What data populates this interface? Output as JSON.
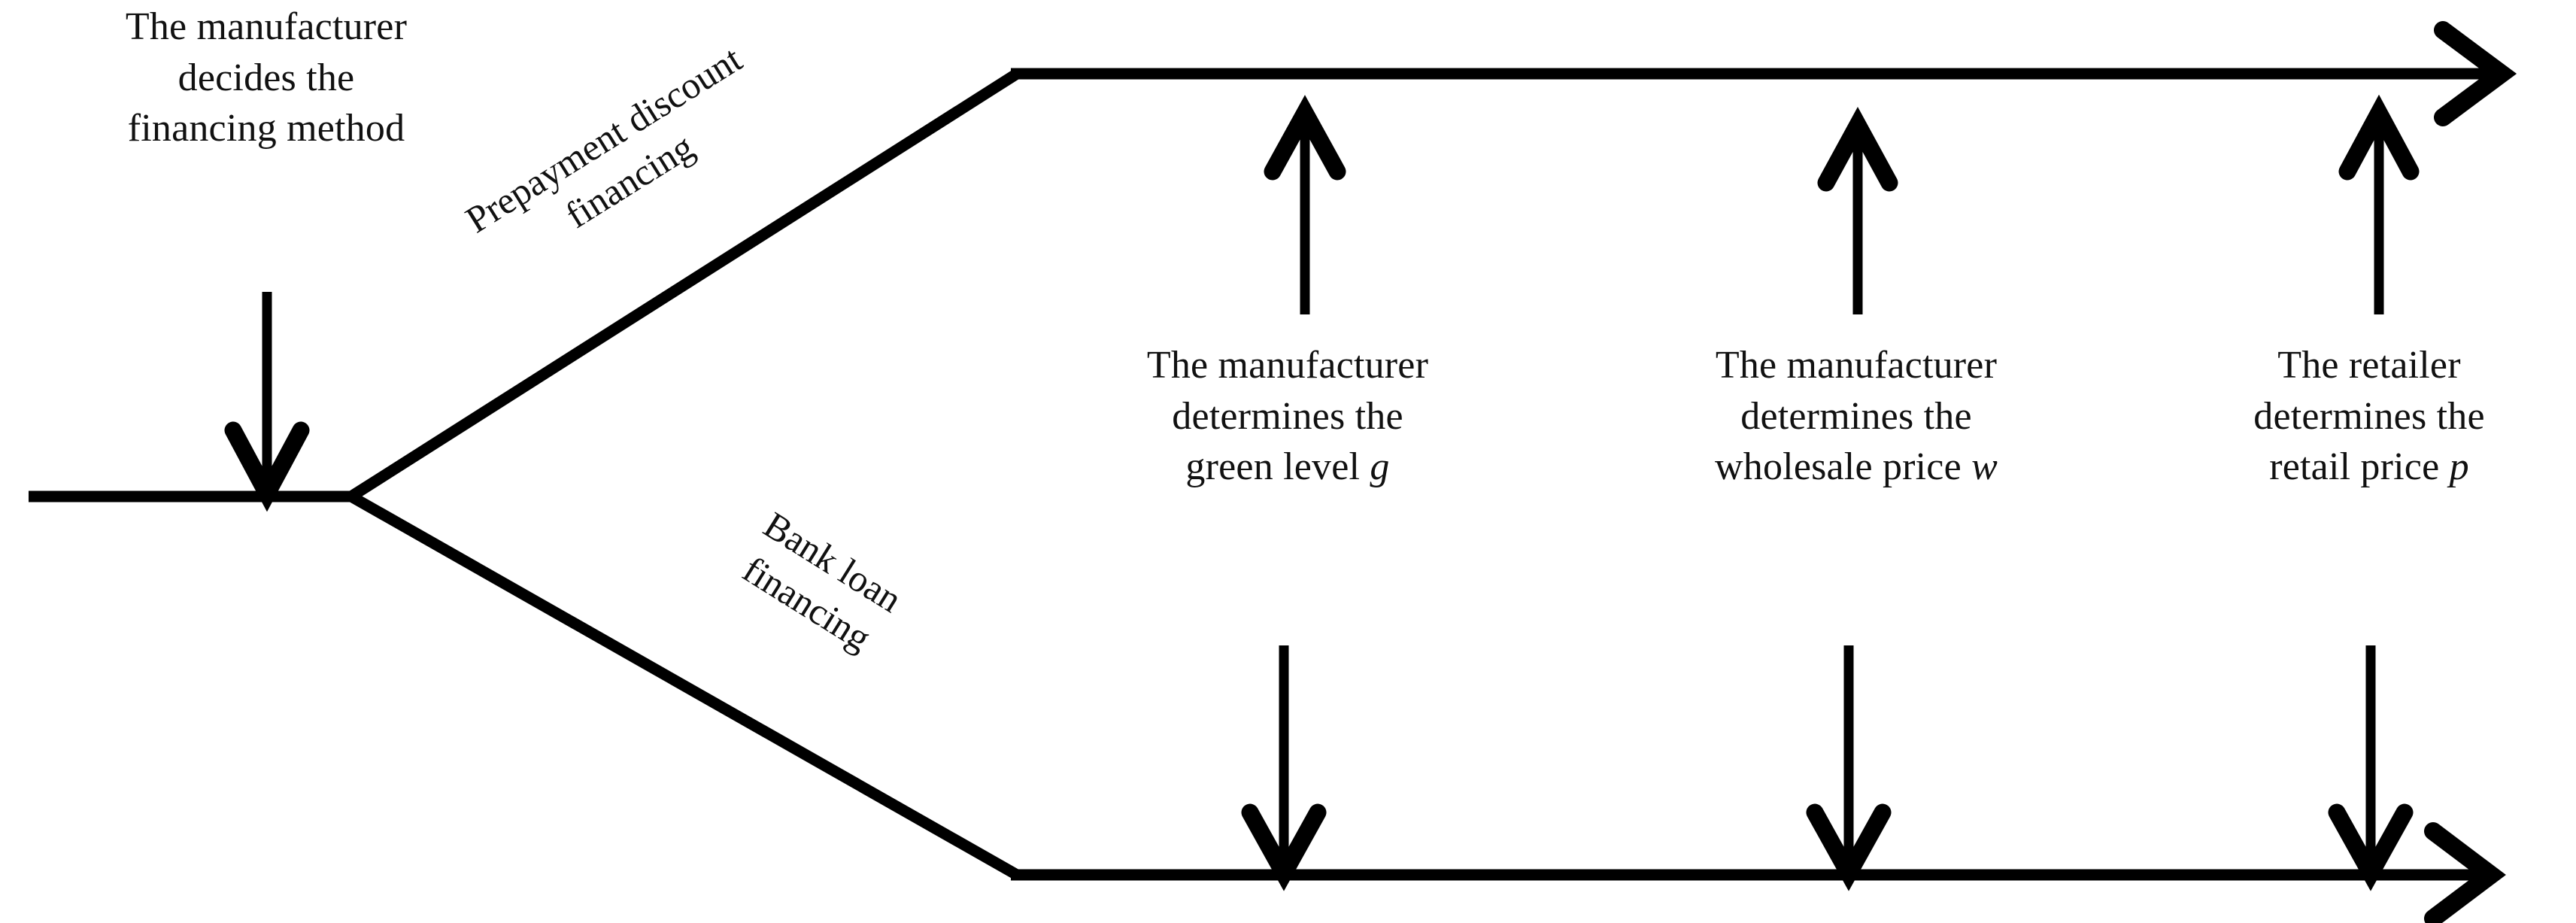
{
  "diagram": {
    "type": "timeline-decision-tree",
    "background_color": "#ffffff",
    "line_color": "#000000",
    "intro": {
      "line1": "The manufacturer",
      "line2": "decides the",
      "line3": "financing method"
    },
    "branches": [
      {
        "id": "prepayment-discount-financing",
        "line1": "Prepayment discount",
        "line2": "financing",
        "direction": "up"
      },
      {
        "id": "bank-loan-financing",
        "line1": "Bank loan",
        "line2": "financing",
        "direction": "down"
      }
    ],
    "stages": [
      {
        "id": "green-level",
        "line1": "The manufacturer",
        "line2": "determines the",
        "line3_prefix": "green level ",
        "line3_symbol": "g"
      },
      {
        "id": "wholesale-price",
        "line1": "The manufacturer",
        "line2": "determines the",
        "line3_prefix": "wholesale price ",
        "line3_symbol": "w"
      },
      {
        "id": "retail-price",
        "line1": "The retailer",
        "line2": "determines the",
        "line3_prefix": "retail price ",
        "line3_symbol": "p"
      }
    ]
  }
}
